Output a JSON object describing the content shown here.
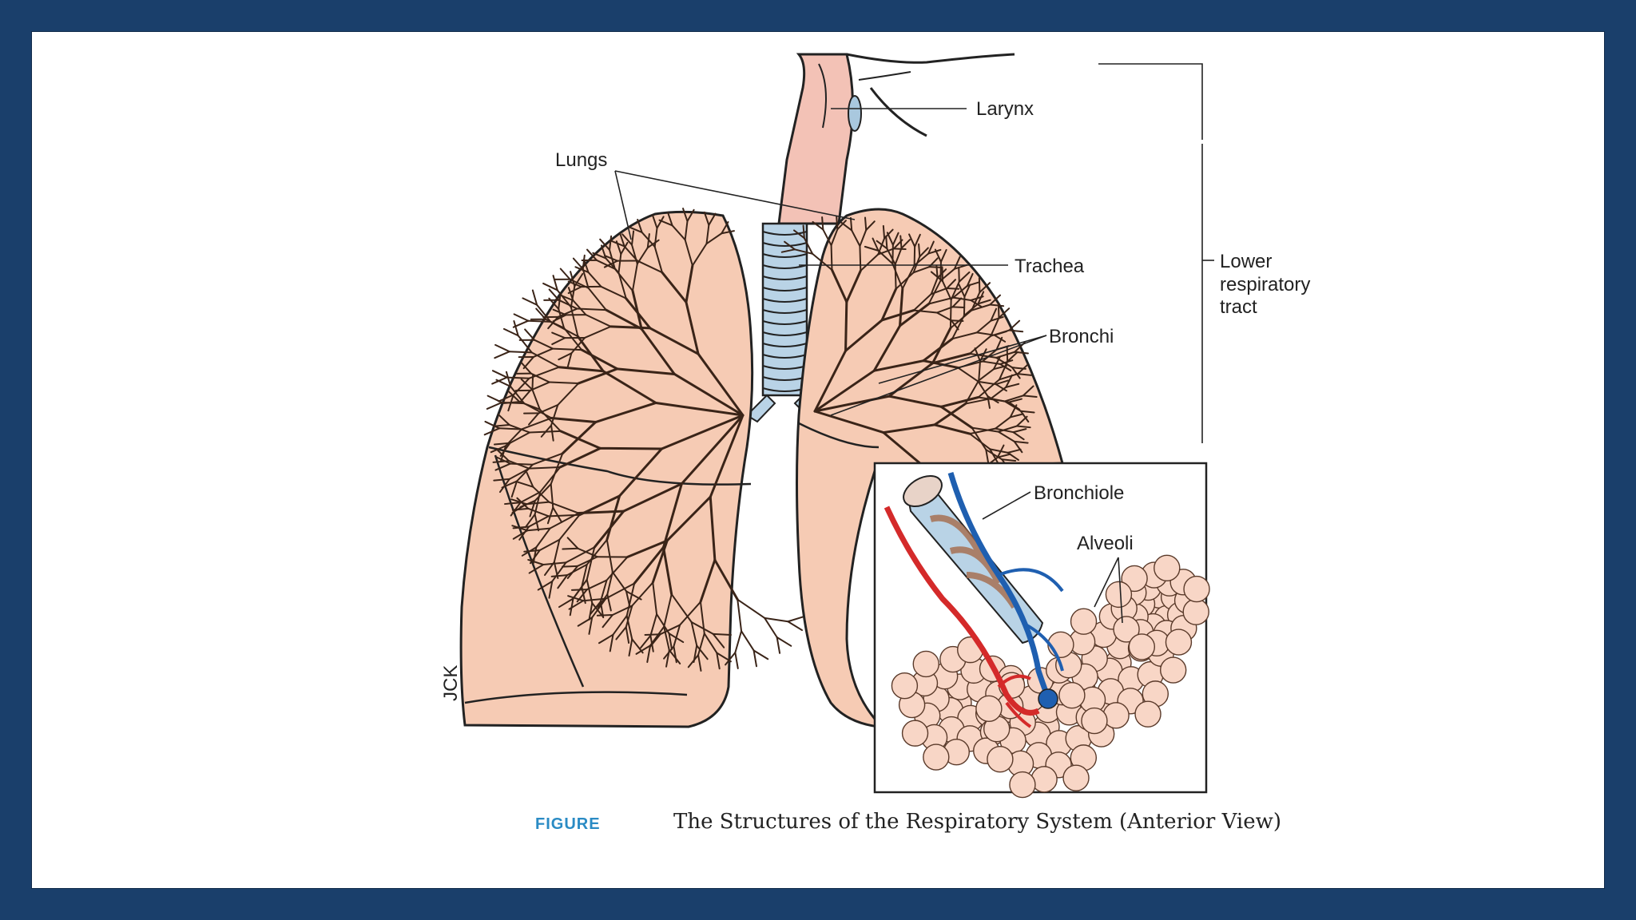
{
  "labels": {
    "larynx": "Larynx",
    "lungs": "Lungs",
    "trachea": "Trachea",
    "bronchi": "Bronchi",
    "lower_tract": [
      "Lower",
      "respiratory",
      "tract"
    ],
    "bronchiole": "Bronchiole",
    "alveoli": "Alveoli",
    "signature": "JCK"
  },
  "caption": {
    "figure": "FIGURE",
    "title": "The Structures of the Respiratory System (Anterior View)"
  },
  "colors": {
    "frame": "#1a3f6b",
    "lung_fill": "#f6cbb4",
    "artery": "#d42a2a",
    "vein": "#1f5fb0",
    "figure_label": "#2a8bc4"
  }
}
